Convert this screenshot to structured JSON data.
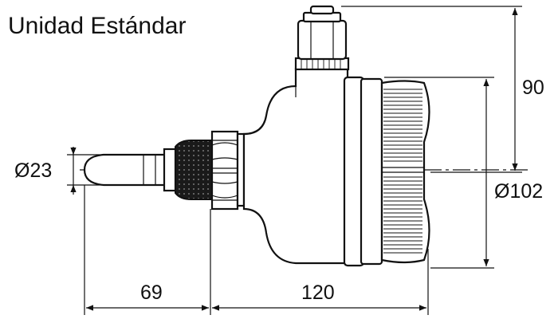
{
  "title": "Unidad Estándar",
  "dimensions": {
    "height": "90",
    "diameter_body": "Ø102",
    "diameter_probe": "Ø23",
    "length_probe": "69",
    "length_body": "120"
  },
  "colors": {
    "line": "#111111",
    "background": "#ffffff",
    "thread": "#1a1a1a"
  }
}
